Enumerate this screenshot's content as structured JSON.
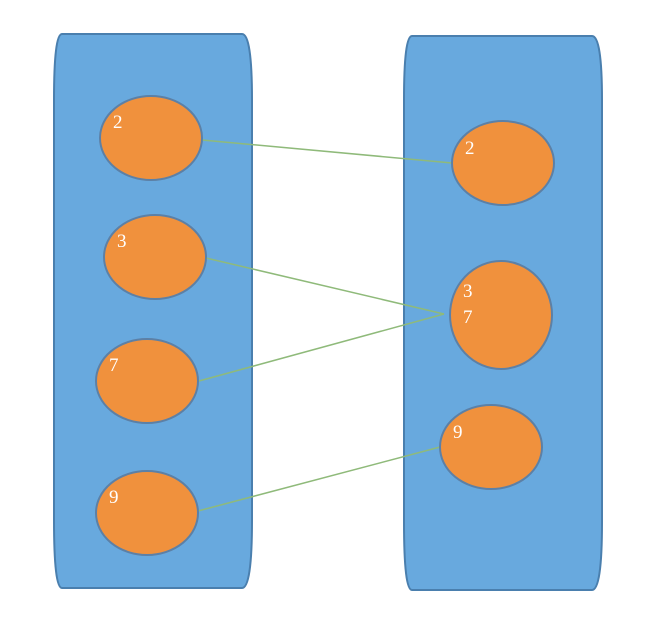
{
  "colors": {
    "container_fill": "#68a9de",
    "container_stroke": "#4a7fae",
    "node_fill": "#f0913d",
    "node_stroke": "#5c80a6",
    "edge": "#8fba7a",
    "label": "#ffffff"
  },
  "left_nodes": [
    {
      "label": "2"
    },
    {
      "label": "3"
    },
    {
      "label": "7"
    },
    {
      "label": "9"
    }
  ],
  "right_nodes": [
    {
      "label_lines": [
        "2"
      ]
    },
    {
      "label_lines": [
        "3",
        "7"
      ]
    },
    {
      "label_lines": [
        "9"
      ]
    }
  ],
  "mappings": [
    {
      "from": 0,
      "to": 0
    },
    {
      "from": 1,
      "to": 1
    },
    {
      "from": 2,
      "to": 1
    },
    {
      "from": 3,
      "to": 2
    }
  ]
}
